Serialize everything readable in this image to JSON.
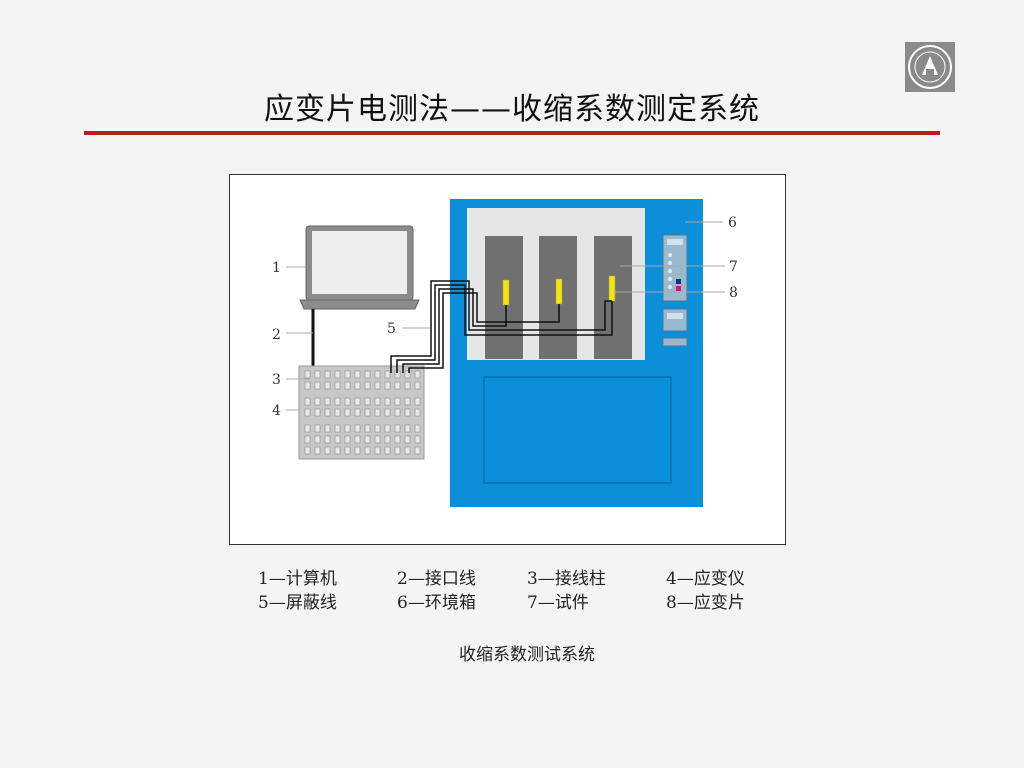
{
  "title": "应变片电测法——收缩系数测定系统",
  "colors": {
    "accent_rule": "#b81f1f",
    "chamber_blue": "#0a8fd8",
    "strain_gauge_yellow": "#f3e600"
  },
  "callouts": [
    "1",
    "2",
    "3",
    "4",
    "5",
    "6",
    "7",
    "8"
  ],
  "legend": [
    [
      "1—计算机",
      "2—接口线",
      "3—接线柱",
      "4—应变仪"
    ],
    [
      "5—屏蔽线",
      "6—环境箱",
      "7—试件",
      "8—应变片"
    ]
  ],
  "caption": "收缩系数测试系统"
}
